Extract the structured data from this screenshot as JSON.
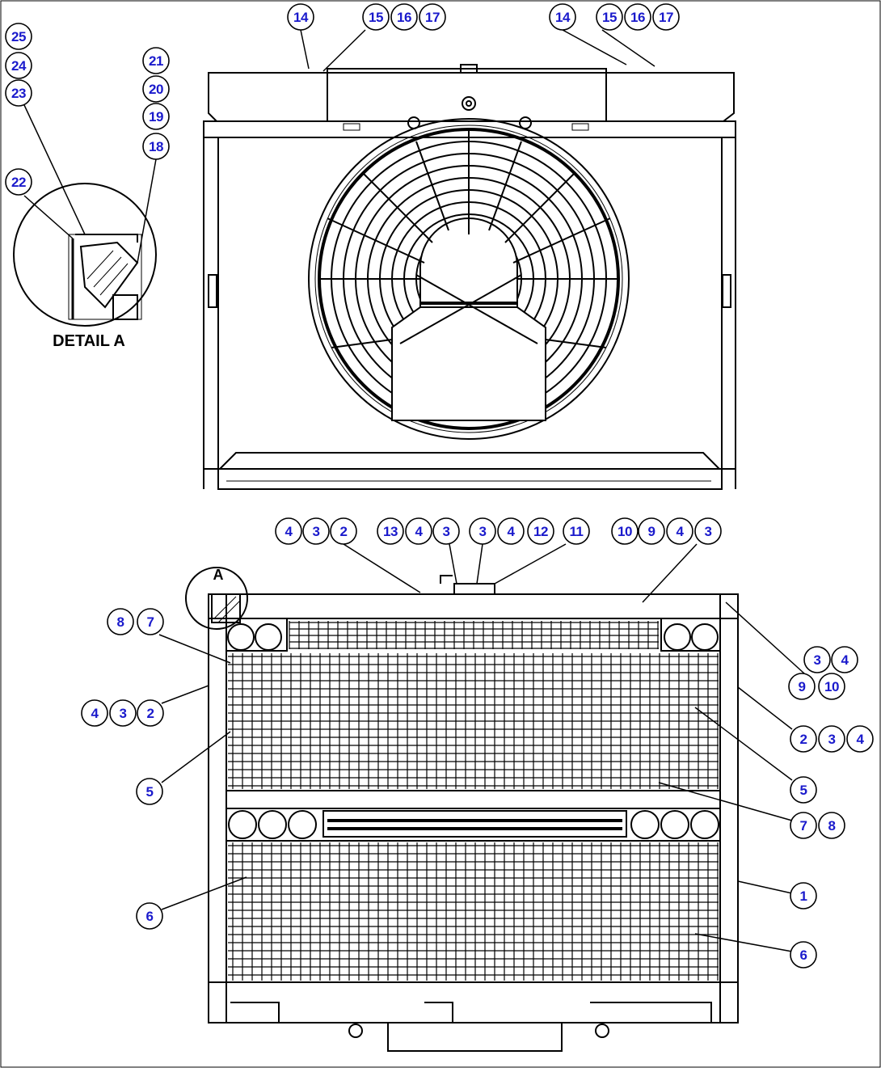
{
  "detail_caption": "DETAIL A",
  "view_marker": "A",
  "callouts": {
    "top_left_group": [
      "25",
      "24",
      "23",
      "21",
      "20",
      "19",
      "18",
      "22"
    ],
    "top_row": [
      "14",
      "15",
      "16",
      "17",
      "14",
      "15",
      "16",
      "17"
    ],
    "bottom_top_row": [
      "4",
      "3",
      "2",
      "13",
      "4",
      "3",
      "3",
      "4",
      "12",
      "11",
      "10",
      "9",
      "4",
      "3"
    ],
    "bottom_left": [
      "8",
      "7",
      "4",
      "3",
      "2",
      "5",
      "6"
    ],
    "bottom_right": [
      "3",
      "4",
      "9",
      "10",
      "2",
      "3",
      "4",
      "5",
      "7",
      "8",
      "1",
      "6"
    ]
  },
  "colors": {
    "line": "#000000",
    "label_text": "#1a1acc",
    "background": "#ffffff"
  }
}
